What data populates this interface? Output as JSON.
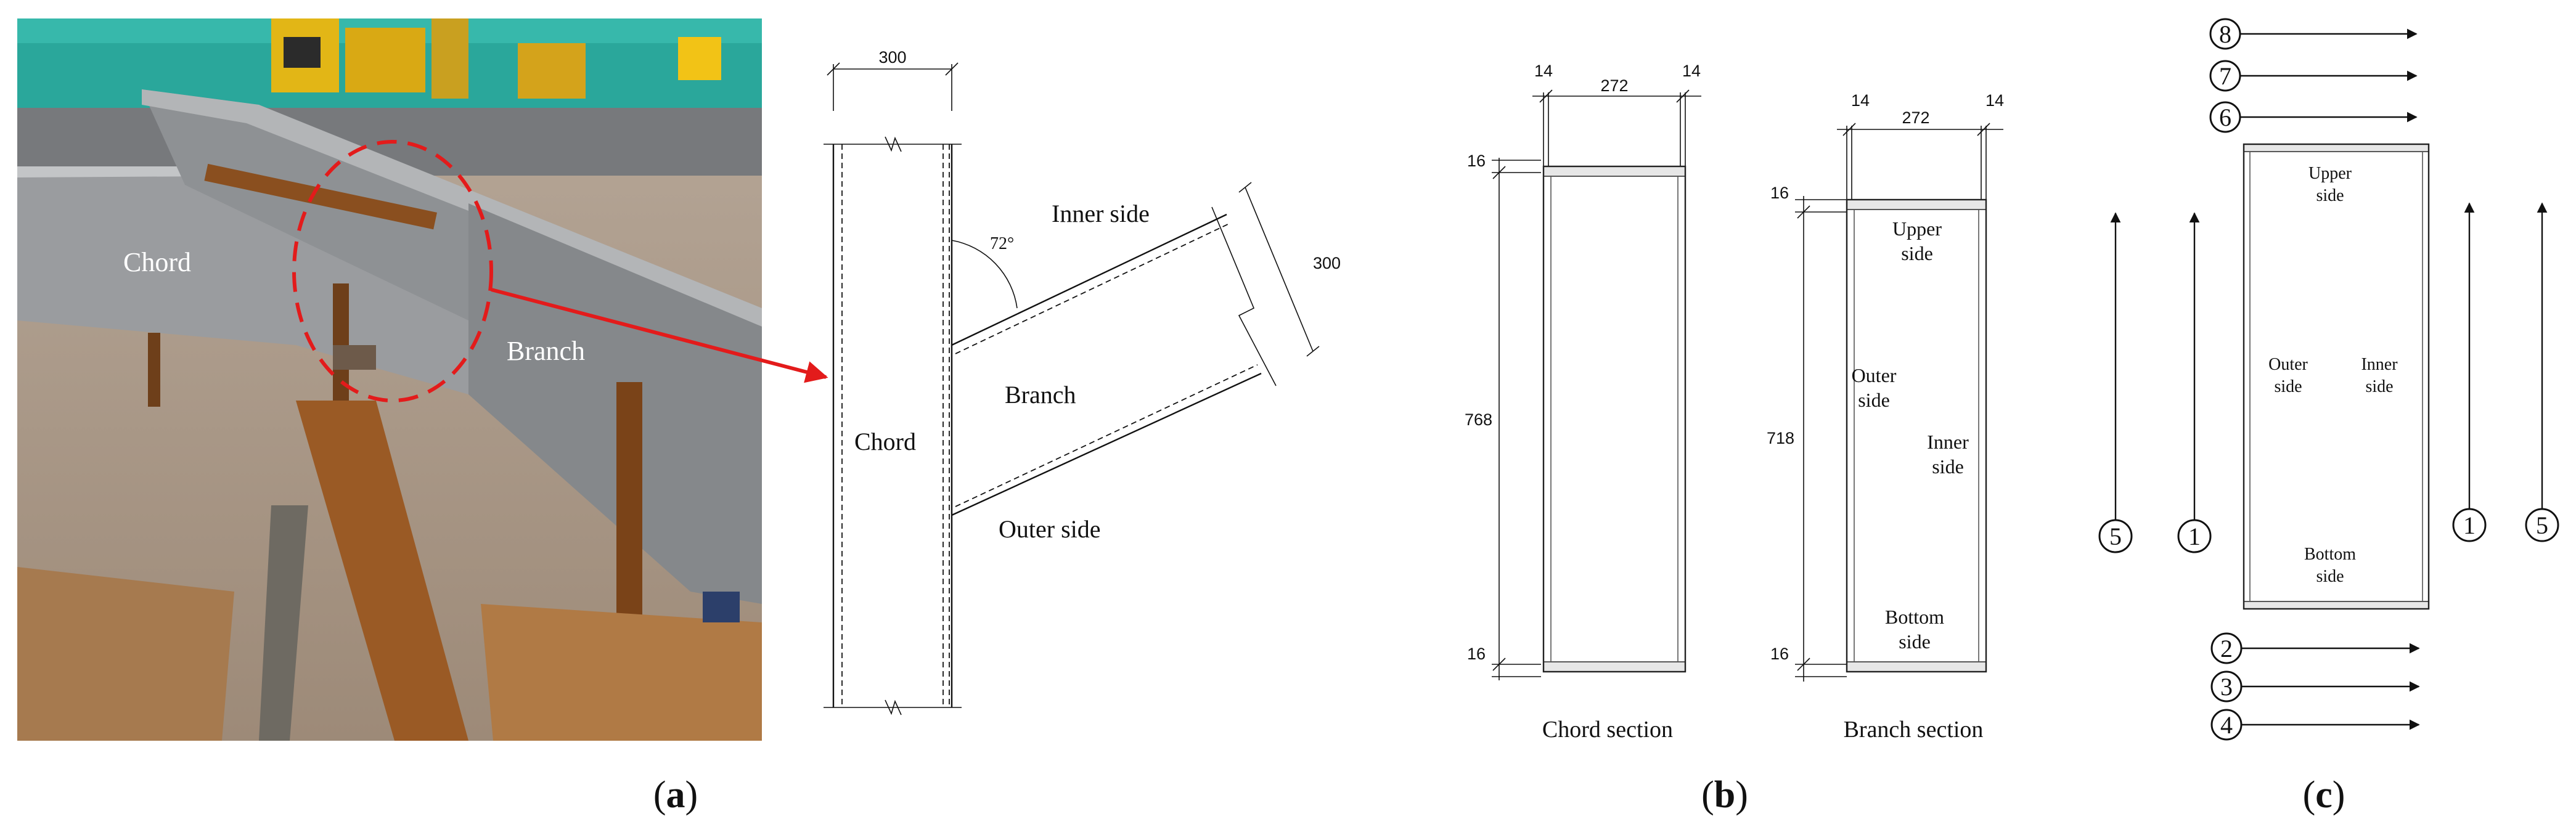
{
  "panel_a": {
    "photo_labels": {
      "chord": "Chord",
      "branch": "Branch"
    },
    "drawing": {
      "dim_width": "300",
      "angle": "72°",
      "inner_side": "Inner side",
      "dim_branch": "300",
      "branch": "Branch",
      "chord": "Chord",
      "outer_side": "Outer side"
    },
    "label": {
      "open": "(",
      "letter": "a",
      "close": ")"
    }
  },
  "panel_b": {
    "chord_section": {
      "top_dims": [
        "14",
        "272",
        "14"
      ],
      "height": "768",
      "plate_top": "16",
      "plate_bottom": "16",
      "caption": "Chord section"
    },
    "branch_section": {
      "top_dims": [
        "14",
        "272",
        "14"
      ],
      "height": "718",
      "plate_top": "16",
      "plate_bottom": "16",
      "upper": [
        "Upper",
        "side"
      ],
      "outer": [
        "Outer",
        "side"
      ],
      "inner": [
        "Inner",
        "side"
      ],
      "bottom": [
        "Bottom",
        "side"
      ],
      "caption": "Branch section"
    },
    "label": {
      "open": "(",
      "letter": "b",
      "close": ")"
    }
  },
  "panel_c": {
    "upper": [
      "Upper",
      "side"
    ],
    "outer": [
      "Outer",
      "side"
    ],
    "inner": [
      "Inner",
      "side"
    ],
    "bottom": [
      "Bottom",
      "side"
    ],
    "top_markers": [
      "8",
      "7",
      "6"
    ],
    "bottom_markers": [
      "2",
      "3",
      "4"
    ],
    "side_markers": [
      "5",
      "1",
      "1",
      "5"
    ],
    "label": {
      "open": "(",
      "letter": "c",
      "close": ")"
    }
  },
  "colors": {
    "highlight": "#e31b1b",
    "photo_beam": "#8e9194",
    "rust": "#8a4f1f",
    "sky": "#2aa79b"
  }
}
